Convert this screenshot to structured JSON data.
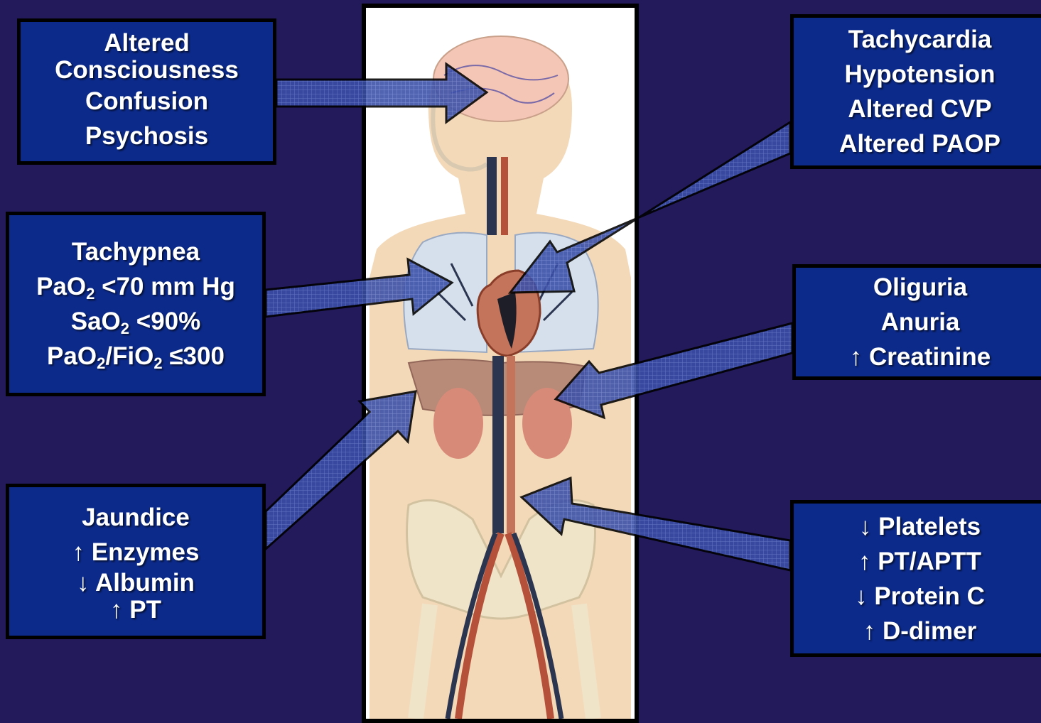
{
  "boxes": {
    "brain": {
      "lines": [
        "Altered",
        "Consciousness",
        "Confusion",
        "Psychosis"
      ]
    },
    "lung": {
      "line1": "Tachypnea",
      "line2": {
        "pre": "PaO",
        "sub": "2",
        "post": " <70 mm Hg"
      },
      "line3": {
        "pre": "SaO",
        "sub": "2",
        "post": " <90%"
      },
      "line4": {
        "pre": "PaO",
        "sub1": "2",
        "mid": "/FiO",
        "sub2": "2",
        "post": " ≤300"
      }
    },
    "liver": {
      "lines": [
        "Jaundice",
        "↑ Enzymes",
        "↓ Albumin",
        "↑ PT"
      ]
    },
    "heart": {
      "lines": [
        "Tachycardia",
        "Hypotension",
        "Altered CVP",
        "Altered PAOP"
      ]
    },
    "kidney": {
      "lines": [
        "Oliguria",
        "Anuria",
        "↑ Creatinine"
      ]
    },
    "coag": {
      "lines": [
        "↓ Platelets",
        "↑ PT/APTT",
        "↓ Protein C",
        "↑ D-dimer"
      ]
    }
  },
  "colors": {
    "background": "#231a5c",
    "box_fill": "#0c2a8a",
    "box_border": "#000000",
    "text": "#ffffff",
    "arrow_fill": "#3a4fa8",
    "body_skin": "#f3d9b8"
  }
}
